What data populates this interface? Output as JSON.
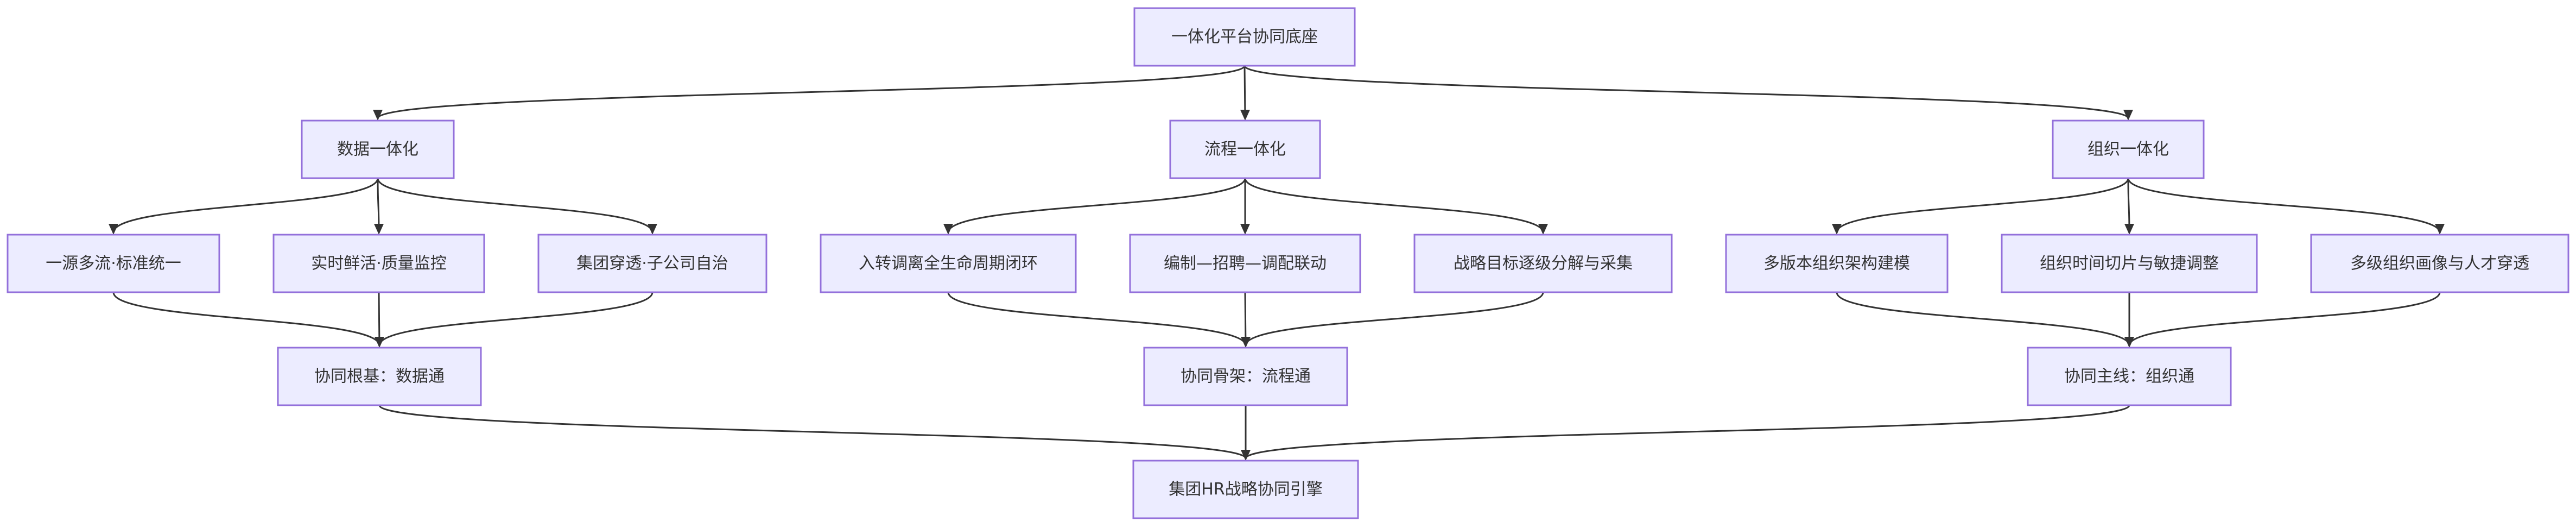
{
  "diagram": {
    "type": "flowchart",
    "direction": "top-down",
    "nodes": [
      {
        "id": "root",
        "label": "一体化平台协同底座"
      },
      {
        "id": "data",
        "label": "数据一体化"
      },
      {
        "id": "process",
        "label": "流程一体化"
      },
      {
        "id": "org",
        "label": "组织一体化"
      },
      {
        "id": "d1",
        "label": "一源多流·标准统一"
      },
      {
        "id": "d2",
        "label": "实时鲜活·质量监控"
      },
      {
        "id": "d3",
        "label": "集团穿透·子公司自治"
      },
      {
        "id": "p1",
        "label": "入转调离全生命周期闭环"
      },
      {
        "id": "p2",
        "label": "编制—招聘—调配联动"
      },
      {
        "id": "p3",
        "label": "战略目标逐级分解与采集"
      },
      {
        "id": "o1",
        "label": "多版本组织架构建模"
      },
      {
        "id": "o2",
        "label": "组织时间切片与敏捷调整"
      },
      {
        "id": "o3",
        "label": "多级组织画像与人才穿透"
      },
      {
        "id": "dataHub",
        "label": "协同根基：数据通"
      },
      {
        "id": "processHub",
        "label": "协同骨架：流程通"
      },
      {
        "id": "orgHub",
        "label": "协同主线：组织通"
      },
      {
        "id": "engine",
        "label": "集团HR战略协同引擎"
      }
    ],
    "edges": [
      {
        "from": "root",
        "to": "data"
      },
      {
        "from": "root",
        "to": "process"
      },
      {
        "from": "root",
        "to": "org"
      },
      {
        "from": "data",
        "to": "d1"
      },
      {
        "from": "data",
        "to": "d2"
      },
      {
        "from": "data",
        "to": "d3"
      },
      {
        "from": "process",
        "to": "p1"
      },
      {
        "from": "process",
        "to": "p2"
      },
      {
        "from": "process",
        "to": "p3"
      },
      {
        "from": "org",
        "to": "o1"
      },
      {
        "from": "org",
        "to": "o2"
      },
      {
        "from": "org",
        "to": "o3"
      },
      {
        "from": "d1",
        "to": "dataHub"
      },
      {
        "from": "d2",
        "to": "dataHub"
      },
      {
        "from": "d3",
        "to": "dataHub"
      },
      {
        "from": "p1",
        "to": "processHub"
      },
      {
        "from": "p2",
        "to": "processHub"
      },
      {
        "from": "p3",
        "to": "processHub"
      },
      {
        "from": "o1",
        "to": "orgHub"
      },
      {
        "from": "o2",
        "to": "orgHub"
      },
      {
        "from": "o3",
        "to": "orgHub"
      },
      {
        "from": "dataHub",
        "to": "engine"
      },
      {
        "from": "processHub",
        "to": "engine"
      },
      {
        "from": "orgHub",
        "to": "engine"
      }
    ],
    "colors": {
      "node_fill": "#ececff",
      "node_border": "#9370db",
      "edge": "#333333",
      "text": "#333333"
    }
  }
}
